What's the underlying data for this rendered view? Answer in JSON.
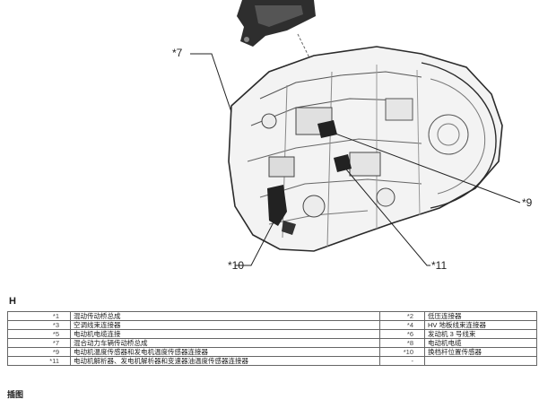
{
  "callouts": {
    "c7": "*7",
    "c9": "*9",
    "c10": "*10",
    "c11": "*11"
  },
  "section_letter": "H",
  "legend": [
    {
      "n1": "*1",
      "t1": "混动传动桥总成",
      "n2": "*2",
      "t2": "低压连接器"
    },
    {
      "n1": "*3",
      "t1": "空调线束连接器",
      "n2": "*4",
      "t2": "HV 地板线束连接器"
    },
    {
      "n1": "*5",
      "t1": "电动机电缆连接",
      "n2": "*6",
      "t2": "发动机 3 号线束"
    },
    {
      "n1": "*7",
      "t1": "混合动力车辆传动桥总成",
      "n2": "*8",
      "t2": "电动机电缆"
    },
    {
      "n1": "*9",
      "t1": "电动机温度传感器和发电机温度传感器连接器",
      "n2": "*10",
      "t2": "换档杆位置传感器"
    },
    {
      "n1": "*11",
      "t1": "电动机解析器、发电机解析器和变速器油温度传感器连接器",
      "n2": "-",
      "t2": ""
    }
  ],
  "caption": "插图"
}
